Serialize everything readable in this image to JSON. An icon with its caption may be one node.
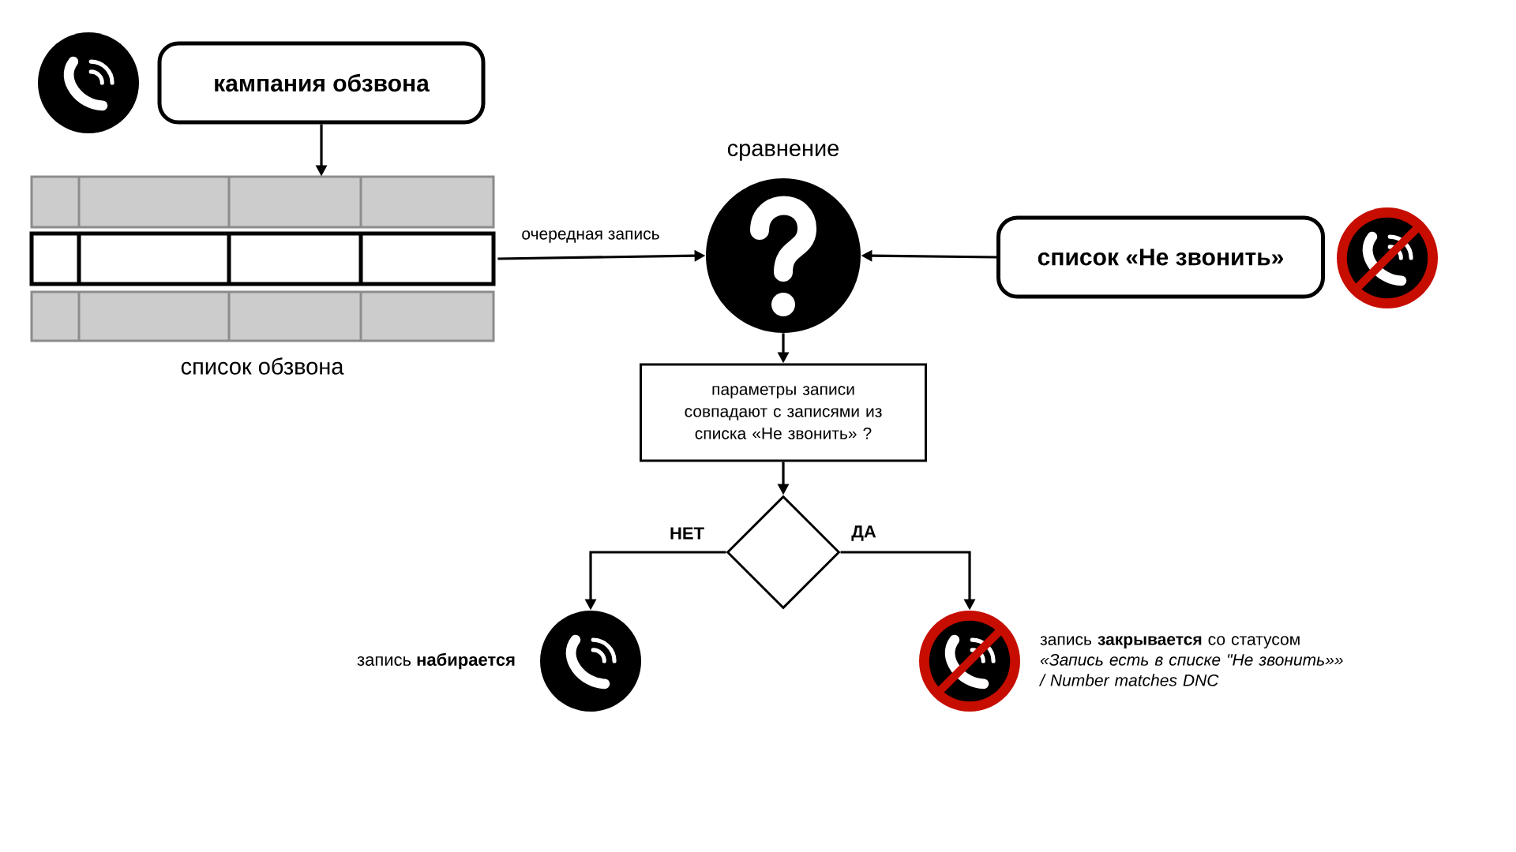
{
  "diagram": {
    "nodes": [
      {
        "text": [
          "кампания обзвона"
        ]
      },
      {
        "text": [
          "список обзвона"
        ]
      },
      {
        "text": [
          "сравнение"
        ]
      },
      {
        "text": [
          "список «Не звонить»"
        ]
      },
      {
        "text": [
          "параметры записи совпадают с записями из списка «Не звонить» ?"
        ]
      },
      {
        "text": [],
        "shape": "diamond"
      },
      {
        "text": [],
        "shape": "circle",
        "beside": [
          "запись **набирается**"
        ]
      },
      {
        "text": [],
        "shape": "circle",
        "beside": [
          "запись **закрывается** со статусом *«Запись есть в списке \"Не звонить»» / Number matches DNC*"
        ]
      }
    ],
    "edges": [
      {
        "from": 0,
        "to": 1,
        "arrow": "to"
      },
      {
        "from": 1,
        "to": 2,
        "arrow": "to",
        "label": "очередная запись"
      },
      {
        "from": 3,
        "to": 2,
        "arrow": "to"
      },
      {
        "from": 2,
        "to": 4,
        "arrow": "to"
      },
      {
        "from": 4,
        "to": 5,
        "arrow": "to"
      },
      {
        "from": 5,
        "to": 6,
        "arrow": "to",
        "label": "НЕТ"
      },
      {
        "from": 5,
        "to": 7,
        "arrow": "to",
        "label": "ДА"
      }
    ]
  }
}
